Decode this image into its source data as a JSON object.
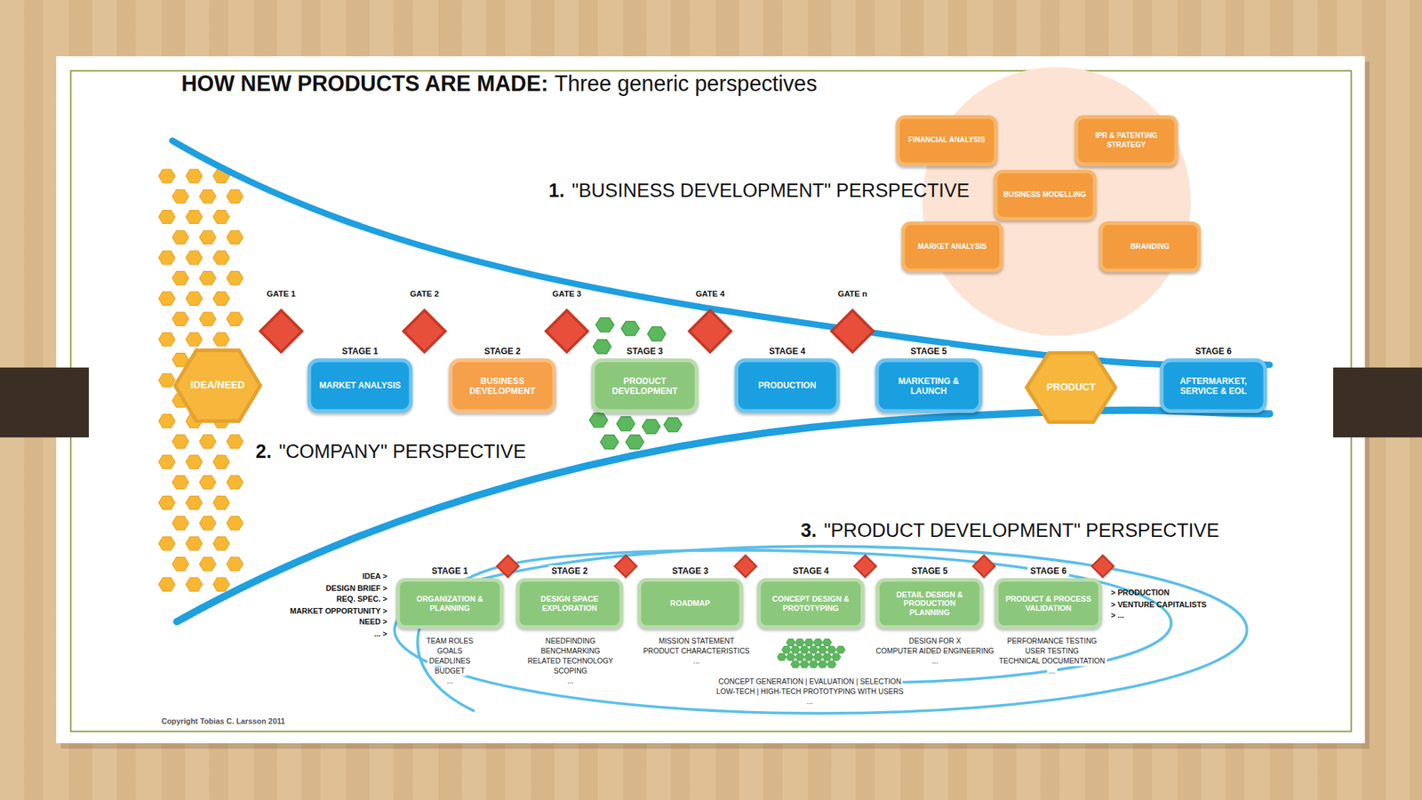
{
  "diagram": {
    "title": "HOW NEW PRODUCTS ARE MADE:",
    "nodes": [
      {
        "text": [
          "FINANCIAL ANALYSIS"
        ]
      },
      {
        "text": [
          "IPR & PATENTING STRATEGY"
        ]
      },
      {
        "text": [
          "BUSINESS MODELLING"
        ]
      },
      {
        "text": [
          "MARKET ANALYSIS"
        ]
      },
      {
        "text": [
          "BRANDING"
        ]
      },
      {
        "text": [
          "GATE 1"
        ]
      },
      {
        "text": [
          "GATE 2"
        ]
      },
      {
        "text": [
          "GATE 3"
        ]
      },
      {
        "text": [
          "GATE 4"
        ]
      },
      {
        "text": [
          "GATE n"
        ]
      },
      {
        "text": [
          "IDEA/NEED"
        ]
      },
      {
        "text": [
          "STAGE 1",
          "MARKET ANALYSIS"
        ]
      },
      {
        "text": [
          "STAGE 2",
          "BUSINESS DEVELOPMENT"
        ]
      },
      {
        "text": [
          "STAGE 3",
          "PRODUCT DEVELOPMENT"
        ]
      },
      {
        "text": [
          "STAGE 4",
          "PRODUCTION"
        ]
      },
      {
        "text": [
          "STAGE 5",
          "MARKETING & LAUNCH"
        ]
      },
      {
        "text": [
          "PRODUCT"
        ]
      },
      {
        "text": [
          "STAGE 6",
          "AFTERMARKET, SERVICE & EOL"
        ]
      },
      {
        "text": [
          "STAGE 1",
          "ORGANIZATION & PLANNING"
        ]
      },
      {
        "text": [
          "STAGE 2",
          "DESIGN SPACE EXPLORATION"
        ]
      },
      {
        "text": [
          "STAGE 3",
          "ROADMAP"
        ]
      },
      {
        "text": [
          "STAGE 4",
          "CONCEPT DESIGN & PROTOTYPING"
        ]
      },
      {
        "text": [
          "STAGE 5",
          "DETAIL DESIGN & PRODUCTION PLANNING"
        ]
      },
      {
        "text": [
          "STAGE 6",
          "PRODUCT & PROCESS VALIDATION"
        ]
      }
    ],
    "labels": [
      "Three generic perspectives",
      "1.",
      "\"BUSINESS DEVELOPMENT\" PERSPECTIVE",
      "2.",
      "\"COMPANY\" PERSPECTIVE",
      "3.",
      "\"PRODUCT DEVELOPMENT\" PERSPECTIVE",
      "IDEA >",
      "DESIGN BRIEF >",
      "REQ. SPEC. >",
      "MARKET OPPORTUNITY >",
      "NEED >",
      "... >",
      "> PRODUCTION",
      "> VENTURE CAPITALISTS",
      "> ...",
      "TEAM ROLES",
      "GOALS",
      "DEADLINES",
      "BUDGET",
      "...",
      "NEEDFINDING",
      "BENCHMARKING",
      "RELATED TECHNOLOGY",
      "SCOPING",
      "...",
      "MISSION STATEMENT",
      "PRODUCT CHARACTERISTICS",
      "...",
      "DESIGN FOR X",
      "COMPUTER AIDED ENGINEERING",
      "...",
      "PERFORMANCE TESTING",
      "USER TESTING",
      "TECHNICAL DOCUMENTATION",
      "...",
      "CONCEPT GENERATION | EVALUATION | SELECTION",
      "LOW-TECH | HIGH-TECH PROTOTYPING WITH USERS",
      "...",
      "Copyright Tobias C. Larsson 2011"
    ]
  }
}
